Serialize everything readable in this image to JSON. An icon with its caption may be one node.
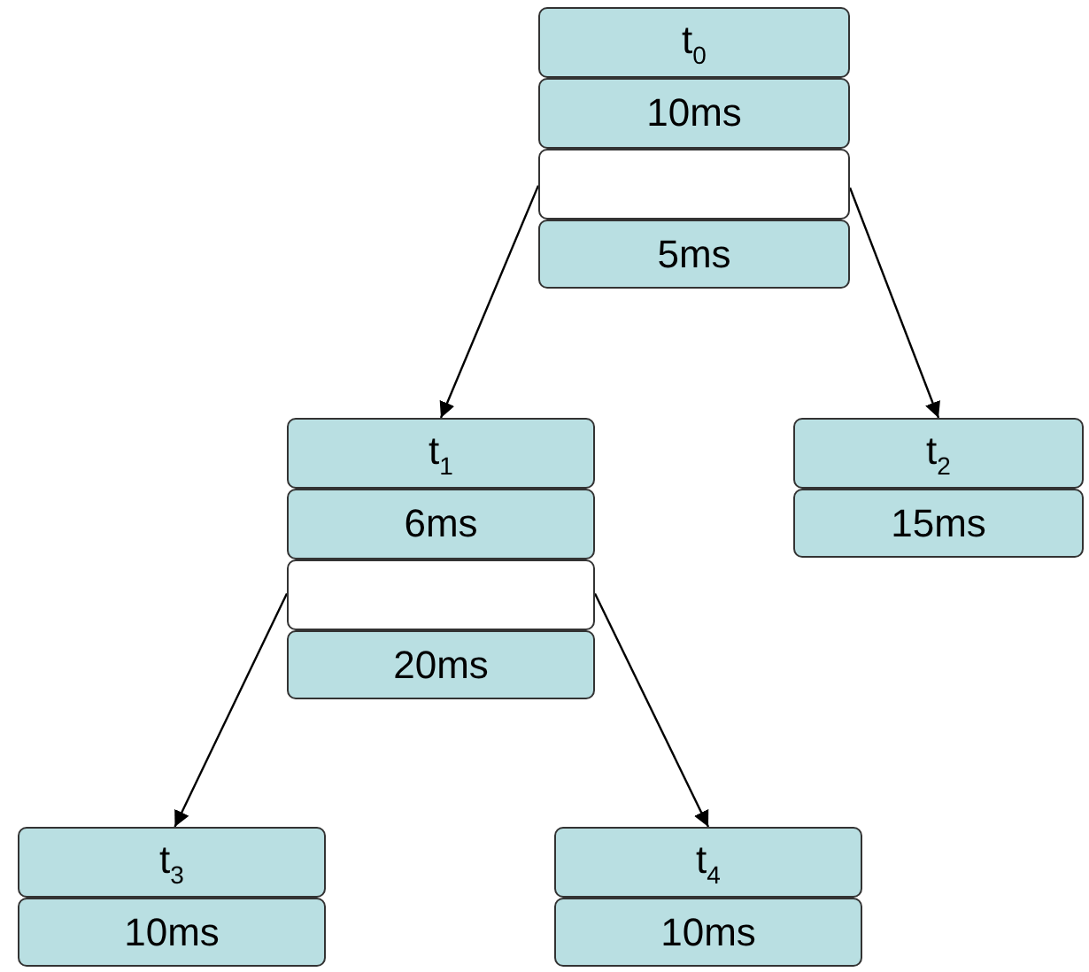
{
  "diagram": {
    "nodes": [
      {
        "text": [
          "t$_{0}$"
        ]
      },
      {
        "text": [
          "10ms"
        ]
      },
      {
        "text": [],
        "shape": "box"
      },
      {
        "text": [
          "5ms"
        ]
      },
      {
        "text": [
          "t$_{1}$"
        ]
      },
      {
        "text": [
          "6ms"
        ]
      },
      {
        "text": [],
        "shape": "box"
      },
      {
        "text": [
          "20ms"
        ]
      },
      {
        "text": [
          "t$_{2}$"
        ]
      },
      {
        "text": [
          "15ms"
        ]
      },
      {
        "text": [
          "t$_{3}$"
        ]
      },
      {
        "text": [
          "10ms"
        ]
      },
      {
        "text": [
          "t$_{4}$"
        ]
      },
      {
        "text": [
          "10ms"
        ]
      }
    ],
    "edges": [
      {
        "from": 2,
        "to": 4,
        "arrow": "to"
      },
      {
        "from": 2,
        "to": 8,
        "arrow": "to"
      },
      {
        "from": 6,
        "to": 10,
        "arrow": "to"
      },
      {
        "from": 6,
        "to": 12,
        "arrow": "to"
      }
    ]
  }
}
